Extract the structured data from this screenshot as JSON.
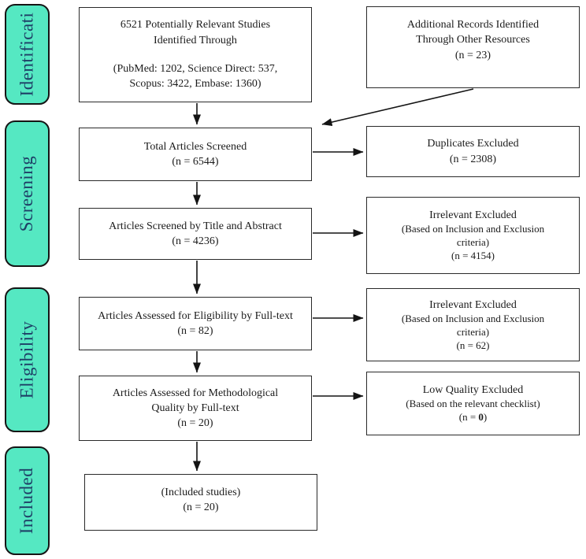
{
  "figure": {
    "kind": "systematic-review-flow-diagram"
  },
  "colors": {
    "stage_fill": "#55e8c2",
    "stage_text": "#1e3f66",
    "box_border": "#2a2a2a",
    "arrow": "#141414"
  },
  "stages": [
    {
      "label": "Identificati"
    },
    {
      "label": "Screening"
    },
    {
      "label": "Eligibility"
    },
    {
      "label": "Included"
    }
  ],
  "main_boxes": [
    {
      "lines": [
        "6521 Potentially Relevant Studies",
        "Identified Through",
        "(PubMed: 1202, Science Direct: 537,",
        "Scopus: 3422, Embase: 1360)"
      ]
    },
    {
      "lines": [
        "Total Articles Screened",
        "(n = 6544)"
      ]
    },
    {
      "lines": [
        "Articles Screened by Title and Abstract",
        "(n = 4236)"
      ]
    },
    {
      "lines": [
        "Articles Assessed for Eligibility by Full-text",
        "(n = 82)"
      ]
    },
    {
      "lines": [
        "Articles Assessed for Methodological",
        "Quality by Full-text",
        "(n = 20)"
      ]
    },
    {
      "lines": [
        "(Included studies)",
        "(n = 20)"
      ]
    }
  ],
  "side_boxes": [
    {
      "lines": [
        "Additional Records Identified",
        "Through Other Resources",
        "(n = 23)"
      ]
    },
    {
      "lines": [
        "Duplicates Excluded",
        "(n = 2308)"
      ]
    },
    {
      "title": "Irrelevant Excluded",
      "sublines": [
        "(Based on Inclusion and Exclusion",
        "criteria)",
        "(n = 4154)"
      ]
    },
    {
      "title": "Irrelevant Excluded",
      "sublines": [
        "(Based on Inclusion and Exclusion",
        "criteria)",
        "(n = 62)"
      ]
    },
    {
      "title": "Low Quality Excluded",
      "sublines": [
        "(Based on the relevant checklist)"
      ],
      "n_prefix": "(n = ",
      "n_value": "0",
      "n_suffix": ")"
    }
  ]
}
